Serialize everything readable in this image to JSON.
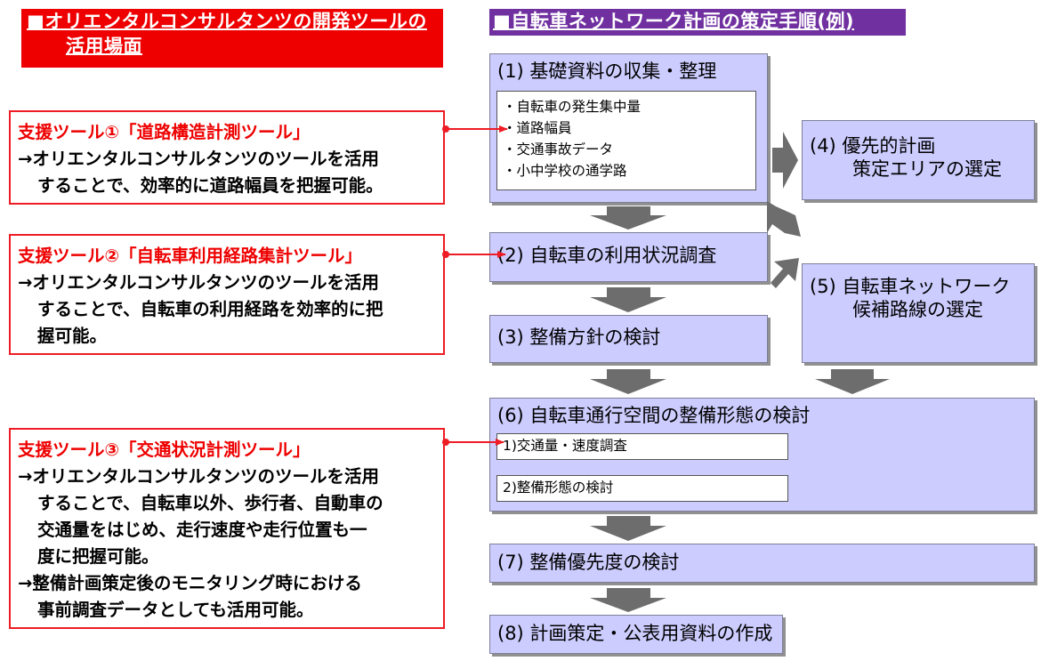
{
  "header_left": {
    "line1": "■オリエンタルコンサルタンツの開発ツールの",
    "line2": "活用場面"
  },
  "header_right": "■自転車ネットワーク計画の策定手順(例)",
  "support_tools": [
    {
      "title": "支援ツール①「道路構造計測ツール」",
      "lines": [
        "→オリエンタルコンサルタンツのツールを活用",
        "することで、効率的に道路幅員を把握可能。"
      ]
    },
    {
      "title": "支援ツール②「自転車利用経路集計ツール」",
      "lines": [
        "→オリエンタルコンサルタンツのツールを活用",
        "することで、自転車の利用経路を効率的に把",
        "握可能。"
      ]
    },
    {
      "title": "支援ツール③「交通状況計測ツール」",
      "lines": [
        "→オリエンタルコンサルタンツのツールを活用",
        "することで、自転車以外、歩行者、自動車の",
        "交通量をはじめ、走行速度や走行位置も一",
        "度に把握可能。",
        "→整備計画策定後のモニタリング時における",
        "事前調査データとしても活用可能。"
      ]
    }
  ],
  "steps": {
    "s1": {
      "title": "(1) 基礎資料の収集・整理",
      "items": [
        "・自転車の発生集中量",
        "・道路幅員",
        "・交通事故データ",
        "・小中学校の通学路"
      ]
    },
    "s2": {
      "title": "(2) 自転車の利用状況調査"
    },
    "s3": {
      "title": "(3) 整備方針の検討"
    },
    "s4": {
      "line1": "(4) 優先的計画",
      "line2": "策定エリアの選定"
    },
    "s5": {
      "line1": "(5) 自転車ネットワーク",
      "line2": "候補路線の選定"
    },
    "s6": {
      "title": "(6) 自転車通行空間の整備形態の検討",
      "sub1": "1)交通量・速度調査",
      "sub2": "2)整備形態の検討"
    },
    "s7": {
      "title": "(7) 整備優先度の検討"
    },
    "s8": {
      "title": "(8) 計画策定・公表用資料の作成"
    }
  },
  "colors": {
    "red": "#ee0000",
    "purple": "#7030a0",
    "step_fill": "#ccccff",
    "arrow_gray": "#6d6d6d"
  }
}
